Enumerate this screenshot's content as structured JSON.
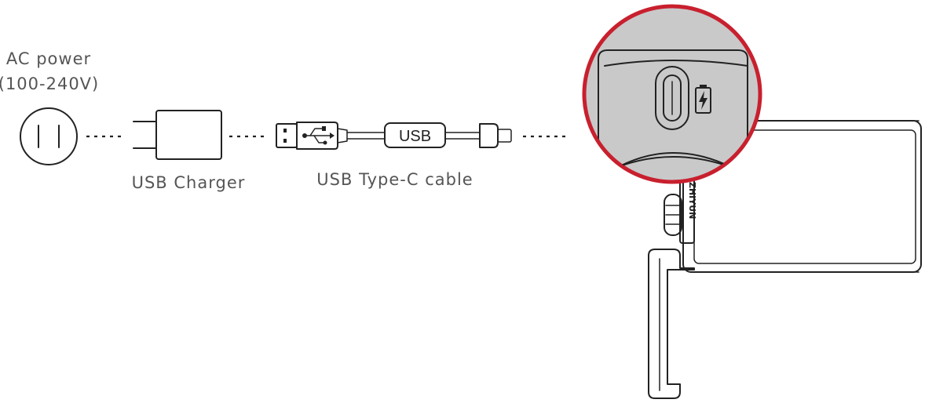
{
  "labels": {
    "ac_power_line1": "AC power",
    "ac_power_line2": "(100-240V)",
    "usb_charger": "USB Charger",
    "usb_cable": "USB Type-C cable",
    "usb_cable_badge": "USB",
    "brand": "ZHIYUN"
  },
  "colors": {
    "highlight_ring": "#c8202e",
    "zoom_fill": "#c9c9c9",
    "line": "#222222",
    "label_text": "#555555"
  },
  "icons": [
    "ac-outlet-icon",
    "usb-charger-icon",
    "usb-a-plug-icon",
    "usb-trident-icon",
    "usb-c-plug-icon",
    "usb-c-port-icon",
    "charging-battery-icon",
    "monitor-device-icon"
  ]
}
